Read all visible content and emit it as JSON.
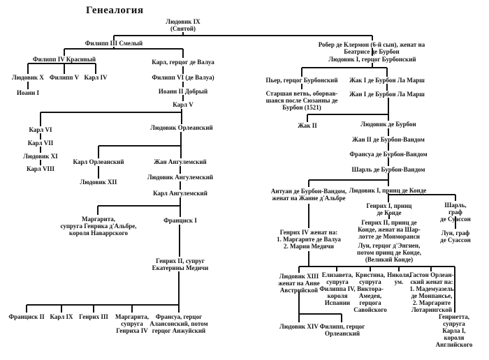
{
  "title": "Генеалогия",
  "nodes": {
    "louis9": "Людовик IX\n(Святой)",
    "philip3": "Филипп III Смелый",
    "philip4": "Филипп IV Красивый",
    "louis10": "Людовик X",
    "philip5": "Филипп V",
    "charles4": "Карл IV",
    "john1": "Иоанн I",
    "charles_valois": "Карл, герцог де Валуа",
    "philip6": "Филипп VI (де Валуа)",
    "john2": "Иоанн II Добрый",
    "charles5": "Карл V",
    "charles6": "Карл VI",
    "charles7": "Карл VII",
    "louis11": "Людовик XI",
    "charles8": "Карл VIII",
    "louis_orleans": "Людовик Орлеанский",
    "charles_orleans": "Карл Орлеанский",
    "louis12": "Людовик XII",
    "jean_angouleme": "Жан Ангулемский",
    "louis_angouleme": "Людовик Ангулемский",
    "charles_angouleme": "Карл Ангулемский",
    "marguerite_navarre": "Маргарита,\nсупруга Генрика д'Альбре,\nкороля Наваррского",
    "francis1": "Франциск I",
    "henry2": "Генрих II, супруг\nЕкатерины Медичи",
    "francis2": "Франциск II",
    "charles9": "Карл IX",
    "henry3": "Генрих III",
    "marguerite_valois": "Маргарита,\nсупруга\nГенриха IV",
    "francois_alencon": "Франсуа, герцог\nАлансонский, потом\nгерцог Анжуйский",
    "robert_clermont": "Робер де Клермон (6-й сын), женат на Беатрисе де Бурбон",
    "louis1_bourbon": "Людовик I, герцог Бурбонский",
    "pierre_bourbon": "Пьер, герцог Бурбонский",
    "elder_branch": "Старшая ветвь, оборвав-\nшаяся после Сюзанны де\nБурбон (1521)",
    "jacques1": "Жак I де Бурбон Ла Марш",
    "jean1": "Жан I де Бурбон Ла Марш",
    "jacques2": "Жак II",
    "louis_bourbon": "Людовик де Бурбон",
    "jean2_vendome": "Жан II де Бурбон-Вандом",
    "francois_vendome": "Франсуа де Бурбон-Вандом",
    "charles_vendome": "Шарль де Бурбон-Вандом",
    "antoine": "Антуан де Бурбон-Вандом,\nженат на Жанне д'Альбре",
    "louis1_conde": "Людовик I, принц де Конде",
    "henry1_conde": "Генрих I, принц\nде Конде",
    "charles_soissons": "Шарль, граф\nде Суассон",
    "henry4": "Генрих IV женат на:\n1. Маргарите де Валуа\n2. Марии Медичи",
    "henry2_conde": "Генрих II, принц де\nКонде, женат на Шар-\nлотте де Монморанси",
    "louis_soissons": "Луи, граф\nде Суассон",
    "louis_enghien": "Луи, герцог д'Энгиен,\nпотом принц де Конде,\n(Великий Конде)",
    "louis13": "Людовик XIII\nженат на Анне\nАвстрийской",
    "elisabeth": "Елизавета,\nсупруга\nФилиппа IV,\nкороля\nИспании",
    "christine": "Кристина,\nсупруга\nВиктора-\nАмедея,\nгерцога\nСавойского",
    "nicolas": "Николя,\nум.",
    "gaston": "Гастон Орлеан-\nский женат на:\n1. Мадемуазель\nде Монпансье,\n2. Маргарите\nЛотарингской",
    "henrietta": "Генриетта,\nсупруга Карла I,\nкороля Английского",
    "louis14": "Людовик XIV",
    "philippe_orleans": "Филипп, герцог\nОрлеанский"
  }
}
